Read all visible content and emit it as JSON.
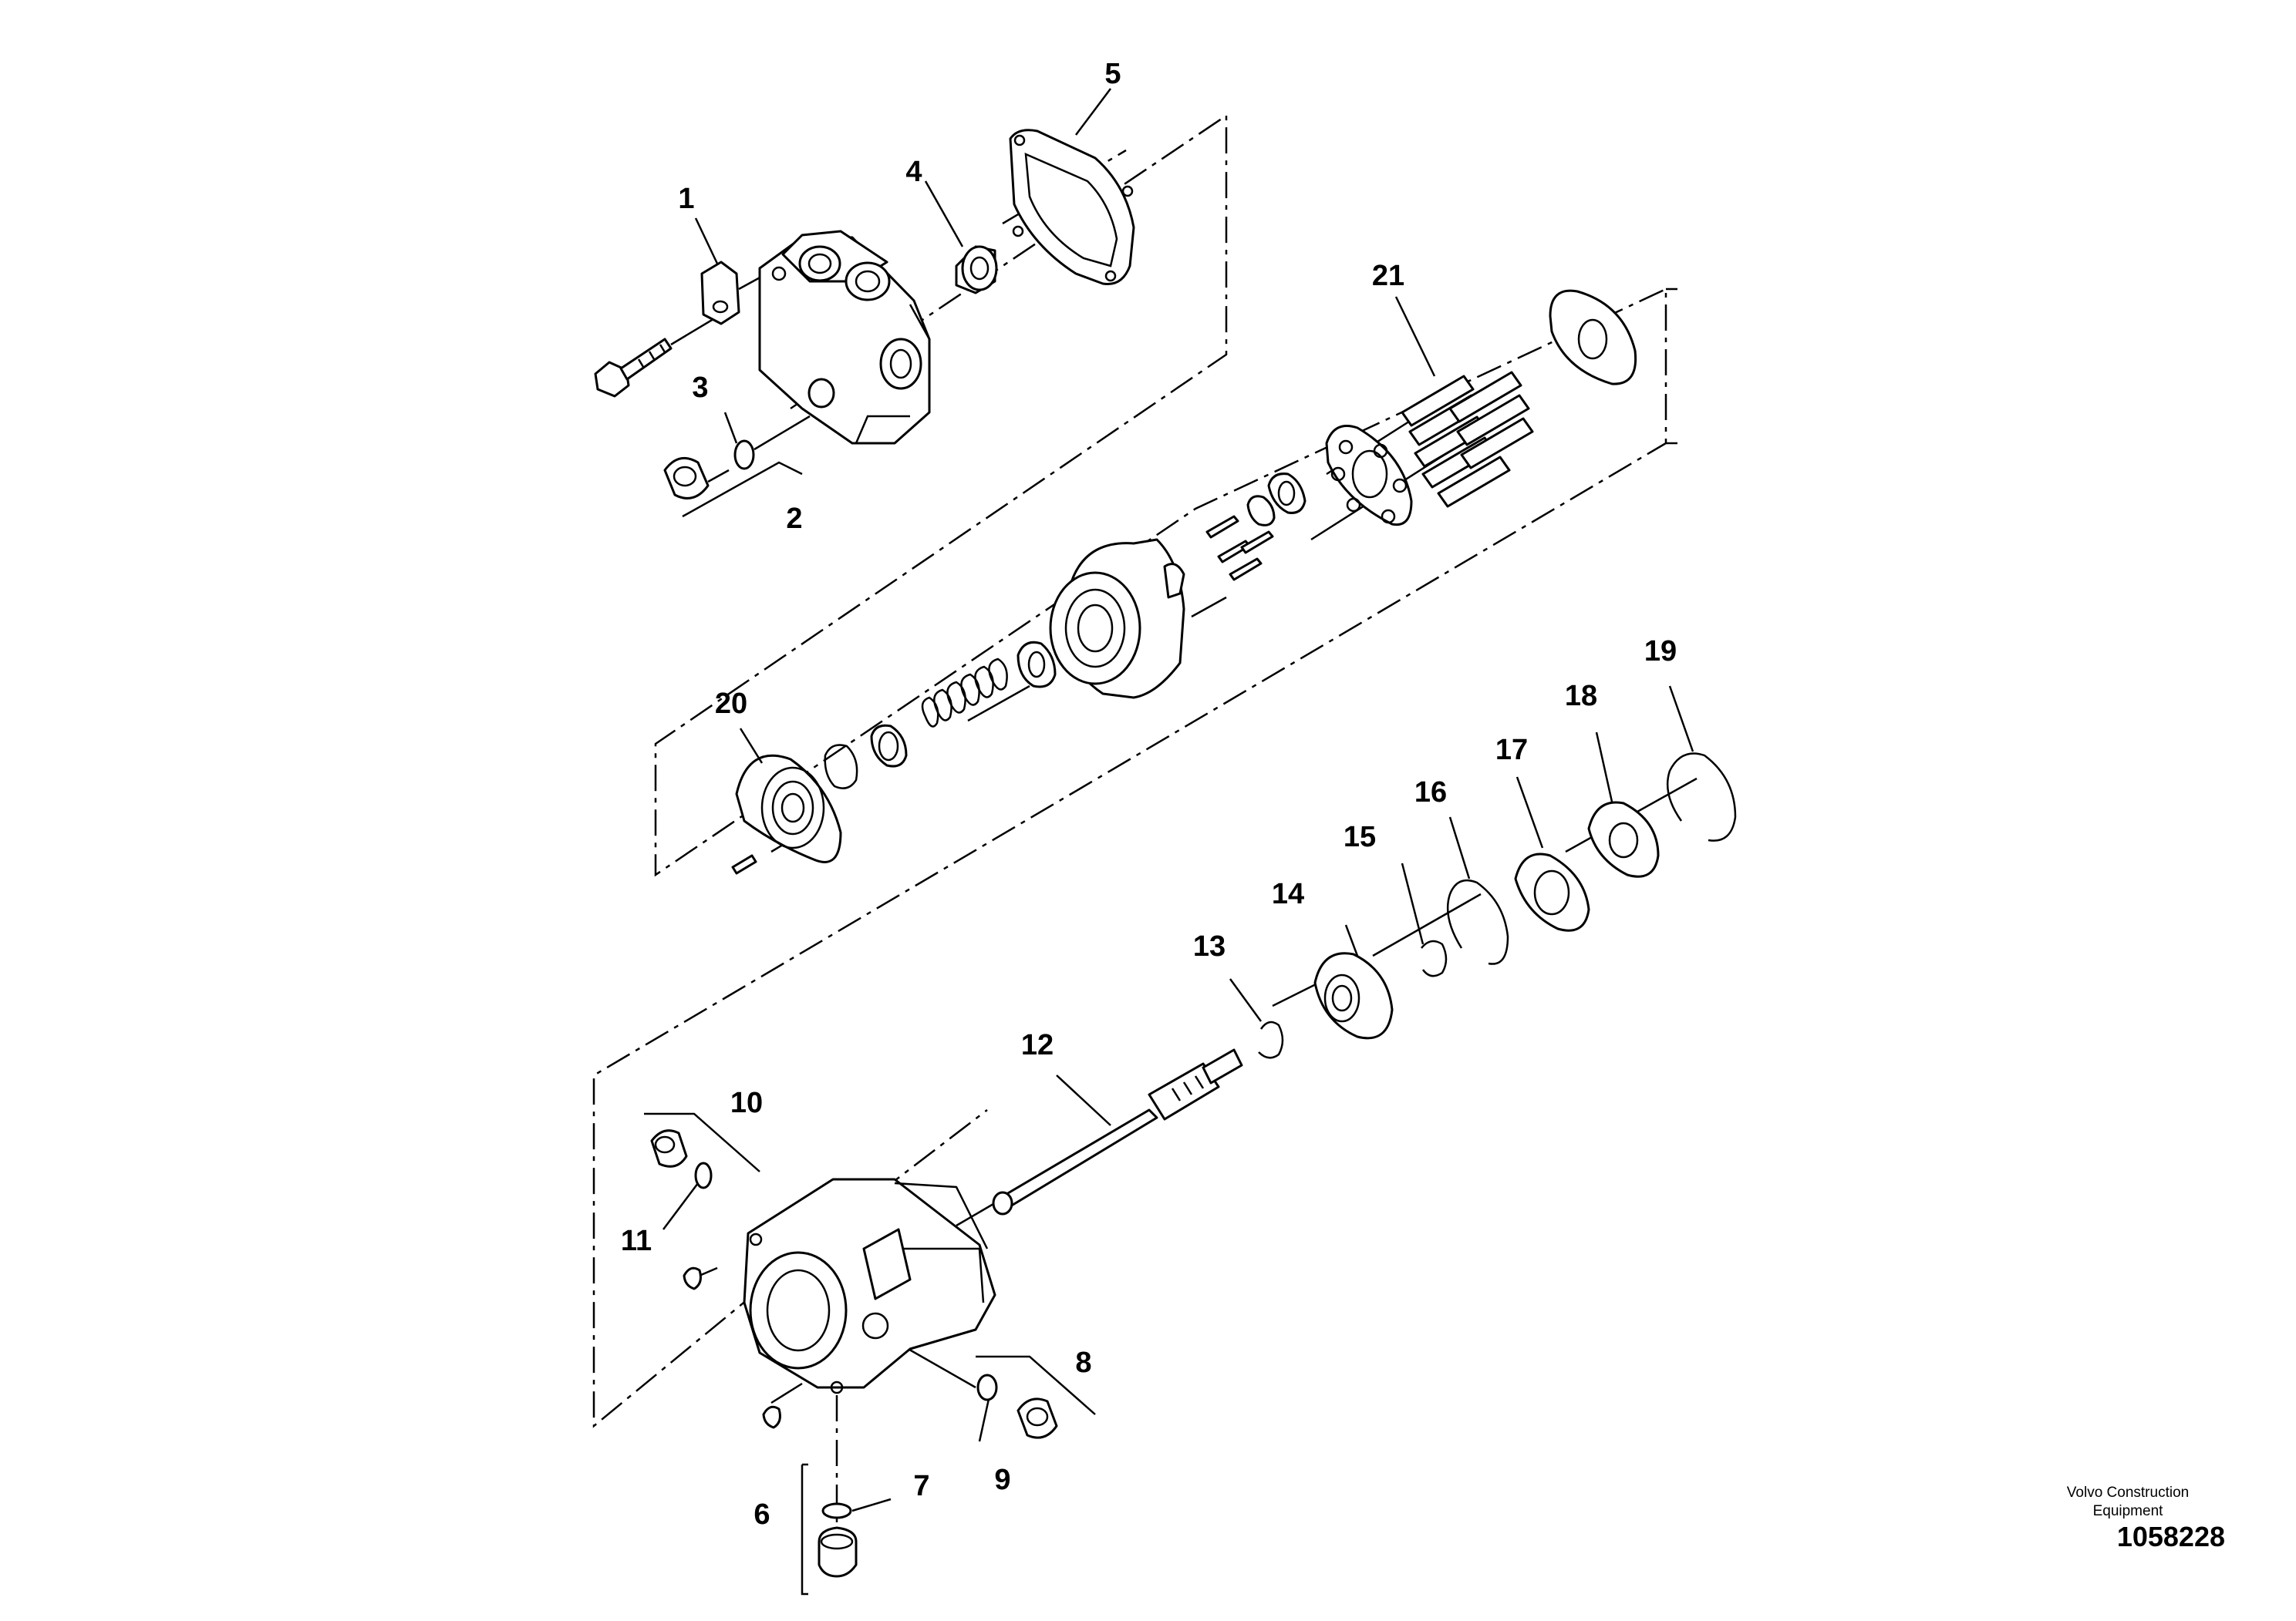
{
  "callouts": [
    "1",
    "2",
    "3",
    "4",
    "5",
    "6",
    "7",
    "8",
    "9",
    "10",
    "11",
    "12",
    "13",
    "14",
    "15",
    "16",
    "17",
    "18",
    "19",
    "20",
    "21"
  ],
  "credit": {
    "line1": "Volvo Construction",
    "line2": "Equipment"
  },
  "doc_number": "1058228"
}
